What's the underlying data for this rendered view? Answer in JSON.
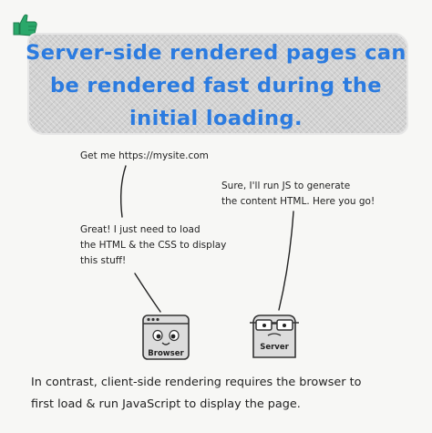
{
  "header": {
    "logo_icon": "thumbs-up-icon",
    "title_lines": [
      "Server-side rendered pages can",
      "be rendered fast during the",
      "initial loading."
    ]
  },
  "dialogue": {
    "browser_request": "Get me https://mysite.com",
    "server_reply_lines": [
      "Sure, I'll run JS to generate",
      "the content HTML. Here you go!"
    ],
    "browser_reply_lines": [
      "Great! I just need to load",
      "the HTML & the CSS to display",
      "this stuff!"
    ]
  },
  "characters": {
    "browser_label": "Browser",
    "server_label": "Server"
  },
  "footer": {
    "lines": [
      "In contrast, client-side rendering requires the browser to",
      "first load & run JavaScript to display the page."
    ]
  },
  "colors": {
    "title": "#2b7be0",
    "logo": "#2aa86a",
    "band": "#d2d2d2"
  }
}
